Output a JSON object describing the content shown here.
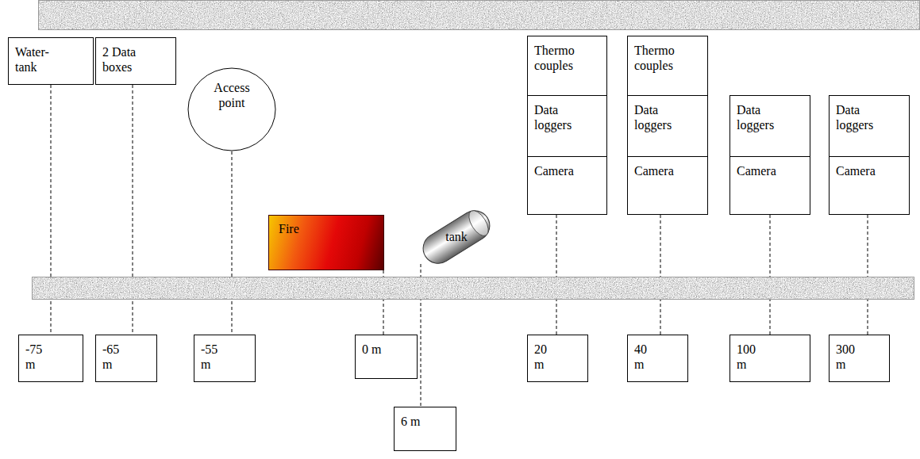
{
  "diagram": {
    "nodes": [
      {
        "text": [
          "Water-tank"
        ]
      },
      {
        "text": [
          "2 Data boxes"
        ]
      },
      {
        "text": [
          "Access point"
        ]
      },
      {
        "text": [
          "Thermo couples"
        ]
      },
      {
        "text": [
          "Data loggers"
        ]
      },
      {
        "text": [
          "Camera"
        ]
      },
      {
        "text": [
          "Thermo couples"
        ]
      },
      {
        "text": [
          "Data loggers"
        ]
      },
      {
        "text": [
          "Camera"
        ]
      },
      {
        "text": [
          "Data loggers"
        ]
      },
      {
        "text": [
          "Camera"
        ]
      },
      {
        "text": [
          "Data loggers"
        ]
      },
      {
        "text": [
          "Camera"
        ]
      },
      {
        "text": [
          "Fire"
        ]
      },
      {
        "text": [
          "tank"
        ]
      },
      {
        "text": [
          "-75 m"
        ]
      },
      {
        "text": [
          "-65 m"
        ]
      },
      {
        "text": [
          "-55 m"
        ]
      },
      {
        "text": [
          "0 m"
        ]
      },
      {
        "text": [
          "20 m"
        ]
      },
      {
        "text": [
          "40 m"
        ]
      },
      {
        "text": [
          "100 m"
        ]
      },
      {
        "text": [
          "300 m"
        ]
      },
      {
        "text": [
          "6 m"
        ]
      }
    ],
    "edges": [
      {
        "from": 0,
        "to": 15,
        "arrow": "none"
      },
      {
        "from": 1,
        "to": 16,
        "arrow": "none"
      },
      {
        "from": 2,
        "to": 17,
        "arrow": "none"
      },
      {
        "from": 13,
        "to": 18,
        "arrow": "none"
      },
      {
        "from": 14,
        "to": 23,
        "arrow": "none"
      },
      {
        "from": 5,
        "to": 19,
        "arrow": "none"
      },
      {
        "from": 8,
        "to": 20,
        "arrow": "none"
      },
      {
        "from": 10,
        "to": 21,
        "arrow": "none"
      },
      {
        "from": 12,
        "to": 22,
        "arrow": "none"
      }
    ]
  }
}
